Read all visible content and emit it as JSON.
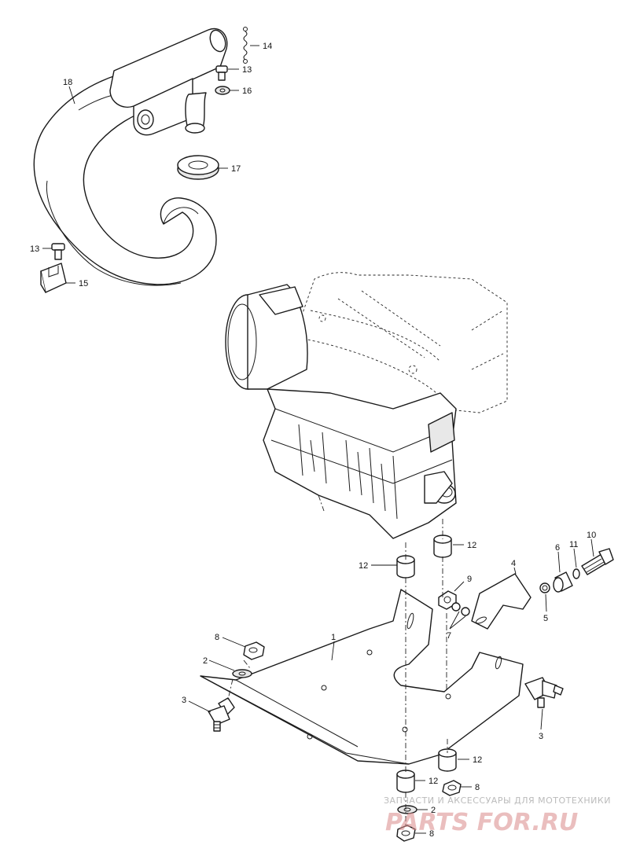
{
  "diagram": {
    "callouts": [
      {
        "id": "c14",
        "label": "14"
      },
      {
        "id": "c13a",
        "label": "13"
      },
      {
        "id": "c16",
        "label": "16"
      },
      {
        "id": "c18",
        "label": "18"
      },
      {
        "id": "c17",
        "label": "17"
      },
      {
        "id": "c13b",
        "label": "13"
      },
      {
        "id": "c15",
        "label": "15"
      },
      {
        "id": "c12a",
        "label": "12"
      },
      {
        "id": "c12b",
        "label": "12"
      },
      {
        "id": "c10",
        "label": "10"
      },
      {
        "id": "c6",
        "label": "6"
      },
      {
        "id": "c11",
        "label": "11"
      },
      {
        "id": "c4",
        "label": "4"
      },
      {
        "id": "c9",
        "label": "9"
      },
      {
        "id": "c5",
        "label": "5"
      },
      {
        "id": "c7",
        "label": "7"
      },
      {
        "id": "c8a",
        "label": "8"
      },
      {
        "id": "c1",
        "label": "1"
      },
      {
        "id": "c2a",
        "label": "2"
      },
      {
        "id": "c3a",
        "label": "3"
      },
      {
        "id": "c3b",
        "label": "3"
      },
      {
        "id": "c12c",
        "label": "12"
      },
      {
        "id": "c12d",
        "label": "12"
      },
      {
        "id": "c8b",
        "label": "8"
      },
      {
        "id": "c2b",
        "label": "2"
      },
      {
        "id": "c8c",
        "label": "8"
      }
    ]
  },
  "watermark": {
    "tagline": "ЗАПЧАСТИ И АКСЕССУАРЫ ДЛЯ МОТОТЕХНИКИ",
    "brand": "PARTS FOR.RU"
  }
}
